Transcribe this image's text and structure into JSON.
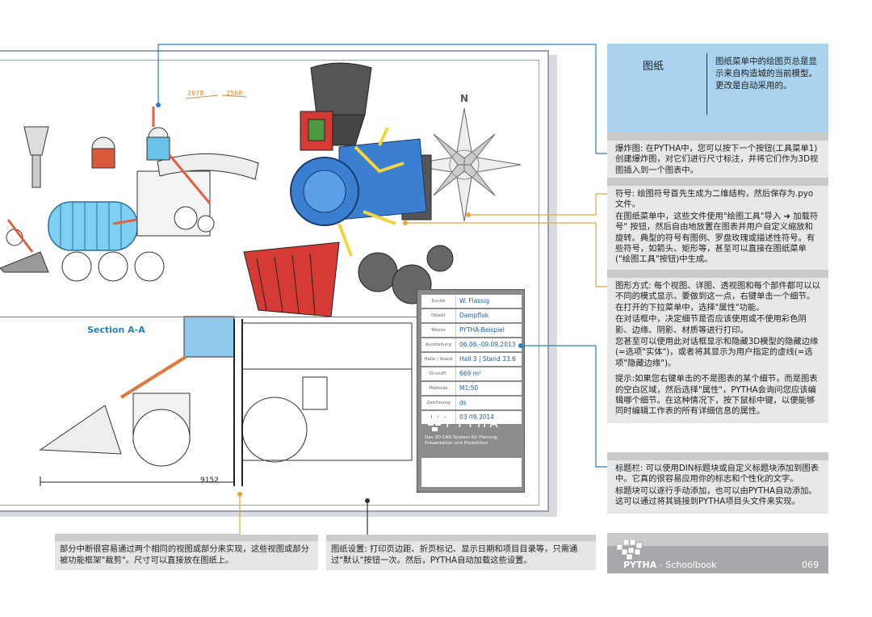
{
  "drawing": {
    "section_label": "Section A-A",
    "dimension": "9152",
    "dim_top_1": "2678",
    "dim_top_2": "2568",
    "compass": "N"
  },
  "title_block": {
    "rows": [
      {
        "key": "Kunde",
        "value": "W. Flassig"
      },
      {
        "key": "Objekt",
        "value": "Dampflok"
      },
      {
        "key": "Messe",
        "value": "PYTHA-Beispiel"
      },
      {
        "key": "Ausstellung",
        "value": "06.06.-09.09.2013"
      },
      {
        "key": "Halle | Stand",
        "value": "Hall 3 | Stand 33.6"
      },
      {
        "key": "Grundfl.",
        "value": "669 m²"
      },
      {
        "key": "Maßstab",
        "value": "M1:50"
      },
      {
        "key": "Zeichnung",
        "value": "ds"
      },
      {
        "key": "Datum",
        "value": "03.09.2014"
      }
    ],
    "brand": "PYTHA",
    "tagline": "Das 3D CAD-System für Planung, Präsentation und Produktion"
  },
  "right_header": {
    "title": "图纸",
    "text": "图纸菜单中的绘图页总是显示来自构造城的当前模型。更改是自动采用的。"
  },
  "right_boxes": [
    {
      "paragraphs": [
        "爆炸图: 在PYTHA中，您可以按下一个按钮(工具菜单1)创建爆炸图，对它们进行尺寸标注，并将它们作为3D视图插入到一个图表中。"
      ]
    },
    {
      "paragraphs": [
        "符号: 绘图符号首先生成为二维结构，然后保存为.pyo文件。",
        "在图纸菜单中，这些文件使用\"绘图工具\"导入 ➜ 加载符号\" 按钮，然后自由地放置在图表并用户自定义缩放和旋转。典型的符号有图例、罗盘玫瑰或描述性符号。有些符号，如箭头、矩形等，甚至可以直接在图纸菜单(\"绘图工具\"按钮)中生成。"
      ]
    },
    {
      "paragraphs": [
        "图形方式: 每个视图、详图、透视图和每个部件都可以以不同的模式显示。要做到这一点，右键单击一个细节。在打开的下拉菜单中，选择\"属性\"功能。",
        "在对话框中，决定细节是否应该使用或不使用彩色阴影、边缘、阴影、材质等进行打印。",
        "您甚至可以使用此对话框显示和隐藏3D模型的隐藏边缘(=选项\"实体\")，或者将其显示为用户指定的虚线(=选项\"隐藏边缘\")。",
        "提示:如果您右键单击的不是图表的某个细节，而是图表的空白区域，然后选择\"属性\"，PYTHA会询问您应该编辑哪个细节。在这种情况下，按下鼠标中键，以便能够同时编辑工作表的所有详细信息的属性。"
      ]
    },
    {
      "paragraphs": [
        "标题栏: 可以使用DIN标题块或自定义标题块添加到图表中。它真的很容易应用你的标志和个性化的文字。",
        "标题块可以逐行手动添加，也可以由PYTHA自动添加。这可以通过将其链接到PYTHA项目头文件来实现。"
      ]
    }
  ],
  "footer": {
    "brand": "PYTHA",
    "suffix": " - Schoolbook",
    "page": "069"
  },
  "bottom_boxes": [
    {
      "text": "部分中断很容易通过两个相同的视图或部分来实现，这些视图或部分被功能框架\"裁剪\"。尺寸可以直接放在图纸上。"
    },
    {
      "text": "图纸设置: 打印页边距、折页标记、显示日期和项目目录等，只需通过\"默认\"按钮一次。然后，PYTHA自动加载这些设置。"
    }
  ],
  "colors": {
    "accent_blue": "#2a7fc0",
    "accent_orange": "#e8a33a",
    "header_blue": "#a9d3ee",
    "loco_red": "#d63a35",
    "loco_blue": "#3a7fd0",
    "loco_yellow": "#f2d640"
  }
}
